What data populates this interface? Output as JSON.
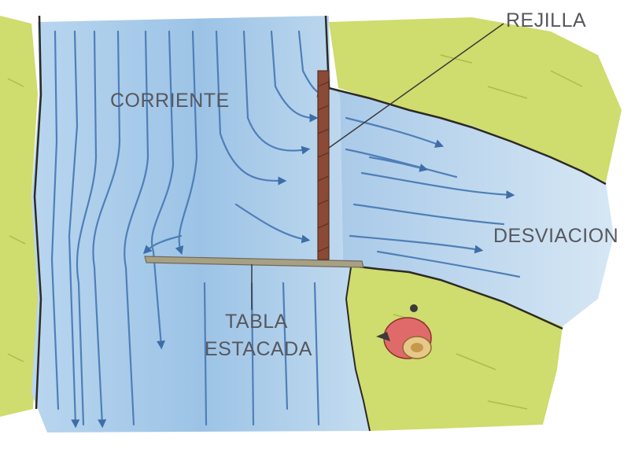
{
  "labels": {
    "grate": "REJILLA",
    "current": "CORRIENTE",
    "diversion": "DESVIACION",
    "board_line1": "TABLA",
    "board_line2": "ESTACADA"
  },
  "colors": {
    "water_light": "#cfe3f3",
    "water_mid": "#9cc3e6",
    "water_stroke": "#4f7fb8",
    "grass": "#cfdc6e",
    "grass_dark": "#a9bf45",
    "bank_line": "#2d2a26",
    "post": "#8a4a35",
    "board": "#a7a085",
    "label_text": "#56585e"
  }
}
